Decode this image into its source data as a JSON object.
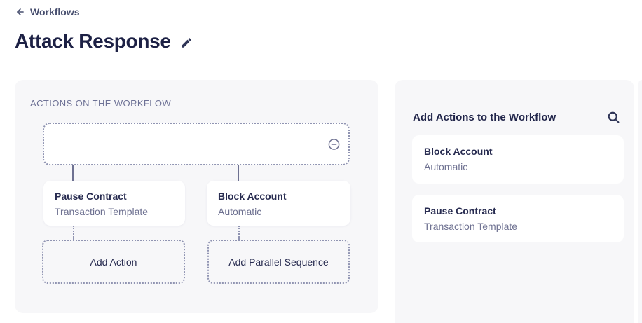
{
  "header": {
    "back": {
      "label": "Workflows",
      "icon": "arrow-left"
    },
    "title": "Attack Response",
    "edit_icon": "pencil"
  },
  "workflow_panel": {
    "section_label": "ACTIONS ON THE WORKFLOW",
    "root_node": {
      "remove_icon": "minus-circle"
    },
    "nodes": [
      {
        "title": "Pause Contract",
        "subtitle": "Transaction Template"
      },
      {
        "title": "Block Account",
        "subtitle": "Automatic"
      }
    ],
    "add_buttons": [
      {
        "label": "Add Action"
      },
      {
        "label": "Add Parallel Sequence"
      }
    ]
  },
  "actions_panel": {
    "title": "Add Actions to the Workflow",
    "search_icon": "magnifier",
    "items": [
      {
        "title": "Block Account",
        "subtitle": "Automatic"
      },
      {
        "title": "Pause Contract",
        "subtitle": "Transaction Template"
      }
    ]
  },
  "colors": {
    "text_primary": "#23274d",
    "text_secondary": "#6e7191",
    "panel_bg": "#f7f7f9",
    "card_bg": "#ffffff",
    "dotted_border": "#9094b2"
  }
}
